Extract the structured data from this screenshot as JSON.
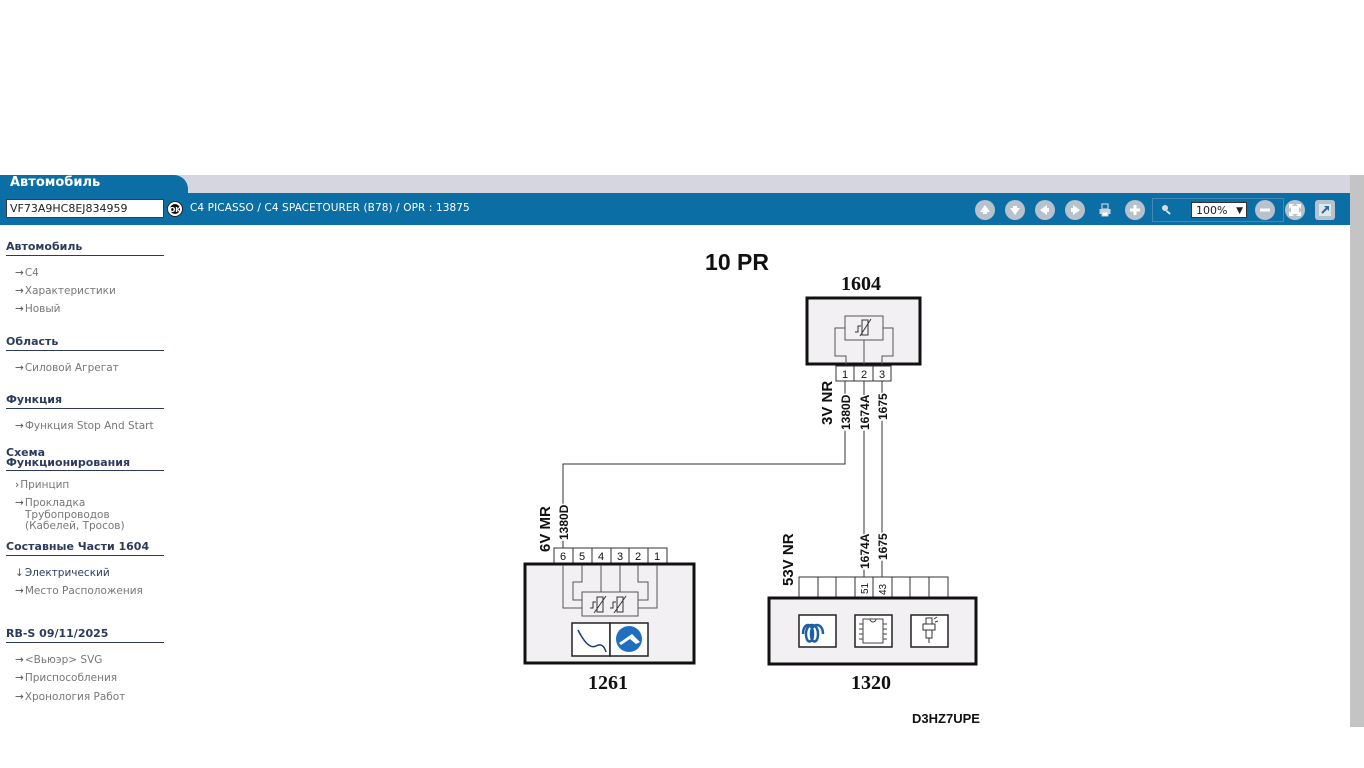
{
  "header": {
    "active_tab": "Автомобиль",
    "vin_value": "VF73A9HC8EJ834959",
    "ok_label": "OK",
    "vehicle_info": "C4 PICASSO / C4 SPACETOURER (B78)  /  OPR : 13875",
    "zoom_value": "100%",
    "toolbar_icons": [
      "arrow-up-icon",
      "arrow-down-icon",
      "arrow-left-icon",
      "arrow-right-icon",
      "print-icon",
      "zoom-in-icon",
      "magnifier-icon",
      "zoom-out-icon",
      "fit-screen-icon",
      "open-new-window-icon"
    ],
    "colors": {
      "brand": "#0b6fa6",
      "tabstrip": "#d6d6e0"
    }
  },
  "sidebar": {
    "sections": [
      {
        "title": "Автомобиль",
        "items": [
          "C4",
          "Характеристики",
          "Новый"
        ]
      },
      {
        "title": "Область",
        "items": [
          "Силовой Агрегат"
        ]
      },
      {
        "title": "Функция",
        "items": [
          "Функция Stop And Start"
        ]
      },
      {
        "title": "Схема Функционирования",
        "items": [
          "Принцип",
          "Прокладка Трубопроводов (Кабелей, Тросов)"
        ]
      },
      {
        "title": "Составные Части 1604",
        "items": [
          "Электрический",
          "Место Расположения"
        ]
      },
      {
        "title": "RB-S 09/11/2025",
        "items": [
          "<Вьюэр> SVG",
          "Приспособления",
          "Хронология Работ"
        ]
      }
    ]
  },
  "diagram": {
    "title": "10 PR",
    "footer_code": "D3HZ7UPE",
    "components": [
      {
        "id": "1604",
        "connector": "3V NR",
        "pins": [
          "1",
          "2",
          "3"
        ]
      },
      {
        "id": "1261",
        "connector": "6V MR",
        "pins": [
          "6",
          "5",
          "4",
          "3",
          "2",
          "1"
        ]
      },
      {
        "id": "1320",
        "connector": "53V NR",
        "pins": [
          "",
          "",
          "",
          "51",
          "43",
          "",
          "",
          ""
        ]
      }
    ],
    "wires": [
      {
        "label": "1380D",
        "from": "1604:1",
        "to": "1261:6"
      },
      {
        "label": "1674A",
        "from": "1604:2",
        "to": "1320:51"
      },
      {
        "label": "1675",
        "from": "1604:3",
        "to": "1320:43"
      }
    ]
  }
}
